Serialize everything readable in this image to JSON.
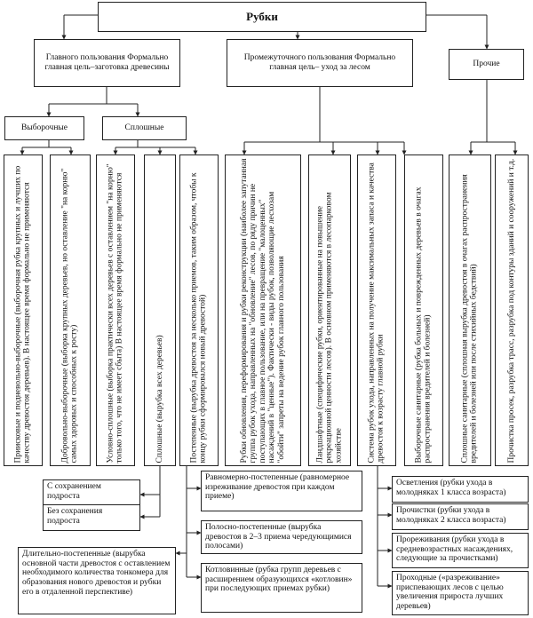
{
  "root": {
    "title": "Рубки"
  },
  "level1": {
    "main": "Главного пользования Формально главная цель–заготовка древесины",
    "intermediate": "Промежуточного пользования Формально главная цель– уход за лесом",
    "other": "Прочие"
  },
  "level2": {
    "selective": "Выборочные",
    "clear": "Сплошные"
  },
  "columns": {
    "c1": "Приисковые и подневольно-выборочные (выборочная рубка крупных и лучших по качеству древостоя деревьев). В настоящее время формально не применяются",
    "c2": "Добровольно-выборочные (выборка крупных деревьев, но оставление \"на корню\" самых здоровых и способных к росту)",
    "c3": "Условно-сплошные (выборка практически всех деревьев с оставлением \"на корню\" только того, что не имеет сбыта) В настоящее время формально не применяются",
    "c4": "Сплошные (вырубка всех деревьев)",
    "c5": "Постепенные (вырубка древостоя за несколько приемов, таким образом, чтобы к концу рубки сформировался новый древостой)",
    "c6": "Рубки обновления, переформирования и рубки реконструкции (наиболее запутанная группа рубок ухода, направленных на \"обновление\" лесов, по ряду причин не поступающих в главное пользование, или на превращение \"малоценных\" насаждений в \"ценные\"). Фактически - виды рубок, позволяющие лесхозам \"обойти\" запреты на ведение рубок главного пользования",
    "c7": "Ландшафтные (специфические рубки, ориентированные на повышение рекреационной ценности лесов). В основном применяются в лесопарковом хозяйстве",
    "c8": "Система рубок ухода, направленных на получение максимальных запаса и качества древостоя к возрасту главной рубки",
    "c9": "Выборочные санитарные (рубка больных и поврежденных деревьев в очагах распространения вредителей и болезней)",
    "c10": "Сплошные санитарные (сплошная вырубка древостоя в очагах распространения вредителей и болезней или после стихийных бедствий)",
    "c11": "Прочистка просек, разрубка трасс, разрубка под контуры зданий и сооружений и т.д."
  },
  "bottom": {
    "with_undergrowth": "С сохранением подроста",
    "without_undergrowth": "Без сохранения подроста",
    "long_gradual": "Длительно-постепенные (вырубка основной части древостоя с оставлением необходимого количества тонкомера для образования нового древостоя и рубки его в отдаленной перспективе)",
    "uniform_gradual": "Равномерно-постепенные (равномерное изреживание древостоя при каждом приеме)",
    "strip_gradual": "Полосно-постепенные (вырубка древостоя в 2–3 приема чередующимися полосами)",
    "group_gradual": "Котловинные (рубка групп деревьев с расширением образующихся «котловин» при последующих приемах рубки)",
    "cleaning_young": "Осветления (рубки ухода в молодняках 1 класса возраста)",
    "thinning_young": "Прочистки (рубки ухода в молодняках 2 класса возраста)",
    "thinning_middle": "Прореживания (рубки ухода в средневозрастных насаждениях, следующие за прочистками)",
    "passing": "Проходные («разреживание» приспевающих лесов с целью увеличения прироста лучших деревьев)"
  }
}
